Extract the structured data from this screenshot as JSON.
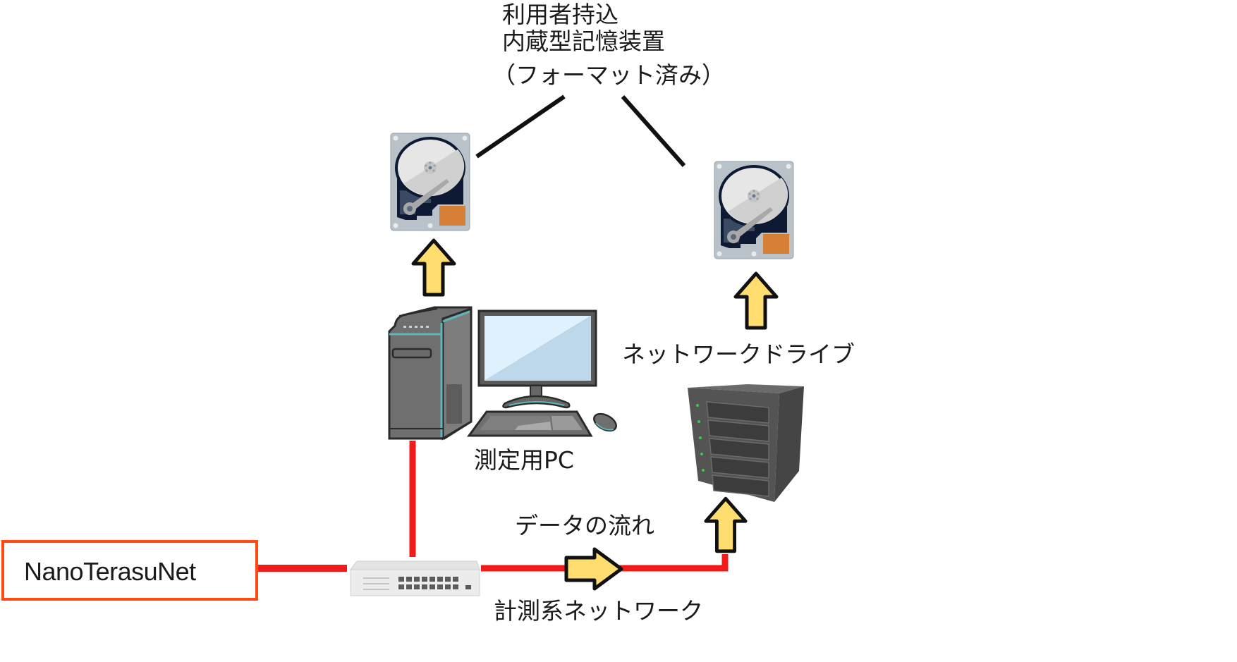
{
  "storage_label": {
    "line1": "利用者持込",
    "line2": "内蔵型記憶装置",
    "line3": "（フォーマット済み）"
  },
  "nodes": {
    "pc_label": "測定用PC",
    "nas_label": "ネットワークドライブ",
    "external_network_label": "NanoTerasuNet"
  },
  "edges": {
    "flow_label": "データの流れ",
    "network_label": "計測系ネットワーク"
  },
  "icons": {
    "hdd_left": "hard-disk-icon",
    "hdd_right": "hard-disk-icon",
    "pc": "desktop-computer-icon",
    "nas": "network-drive-icon",
    "switch": "network-switch-icon",
    "arrow": "data-flow-arrow"
  },
  "colors": {
    "link_red": "#f21b1b",
    "box_border": "#ff4a12",
    "arrow_fill": "#ffdd6e",
    "arrow_stroke": "#111111",
    "hdd_case": "#b8c0c8",
    "hdd_dark": "#0e1a33",
    "hdd_connector": "#d58036",
    "pc_gray": "#6f6f6f",
    "pc_accent": "#5fb6b8",
    "screen_light": "#dff1fc",
    "screen_dark": "#bcd8ea",
    "nas_gray": "#545454"
  }
}
